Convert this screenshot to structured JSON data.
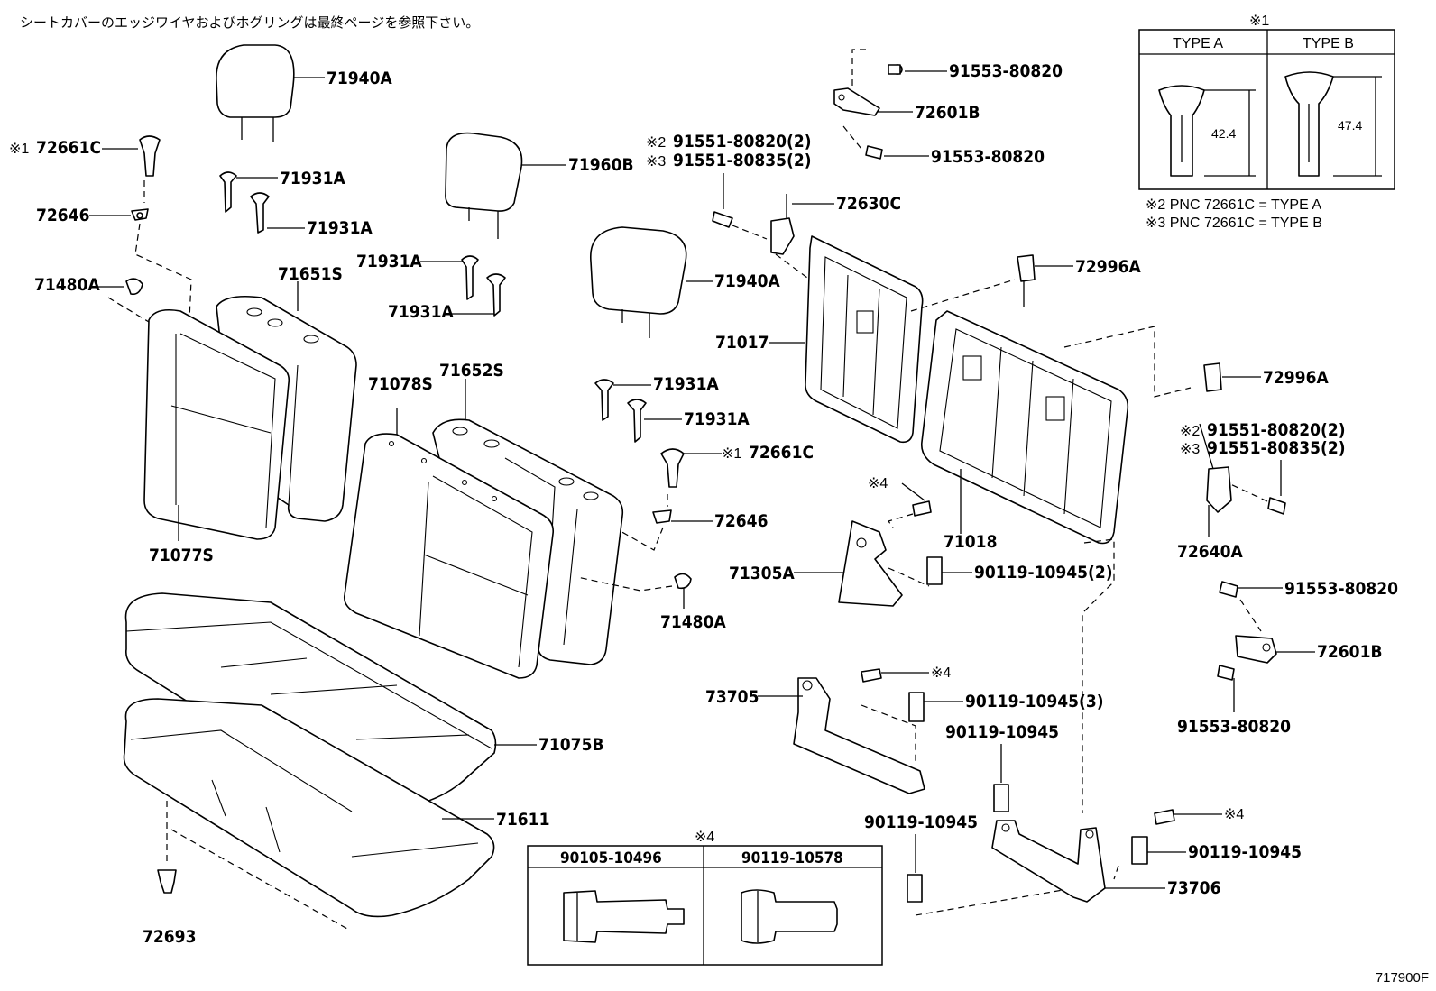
{
  "header_note": "シートカバーのエッジワイヤおよびホグリングは最終ページを参照下さい。",
  "diagram_code": "717900F",
  "part_labels": {
    "l71940A_top": "71940A",
    "l72661C_left": "72661C",
    "l72646_left": "72646",
    "l71931A_1": "71931A",
    "l71931A_2": "71931A",
    "l71931A_3": "71931A",
    "l71931A_4": "71931A",
    "l71931A_5": "71931A",
    "l71931A_6": "71931A",
    "l71480A_left": "71480A",
    "l71651S": "71651S",
    "l71960B": "71960B",
    "l71940A_mid": "71940A",
    "l71077S": "71077S",
    "l71078S": "71078S",
    "l71652S": "71652S",
    "l72661C_mid": "72661C",
    "l72646_mid": "72646",
    "l71480A_mid": "71480A",
    "l71075B": "71075B",
    "l71611": "71611",
    "l72693": "72693",
    "l91553_a": "91553-80820",
    "l72601B_top": "72601B",
    "l91553_b": "91553-80820",
    "l91551_80820_l": "91551-80820(2)",
    "l91551_80835_l": "91551-80835(2)",
    "l72630C": "72630C",
    "l72996A_top": "72996A",
    "l71017": "71017",
    "l72996A_right": "72996A",
    "l91551_80820_r": "91551-80820(2)",
    "l91551_80835_r": "91551-80835(2)",
    "l71018": "71018",
    "l72640A": "72640A",
    "l71305A": "71305A",
    "l90119_2": "90119-10945(2)",
    "l91553_c": "91553-80820",
    "l72601B_right": "72601B",
    "l91553_d": "91553-80820",
    "l73705": "73705",
    "l90119_3": "90119-10945(3)",
    "l90119_a": "90119-10945",
    "l90119_b": "90119-10945",
    "l90119_c": "90119-10945",
    "l73706": "73706"
  },
  "marks": {
    "m1": "※1",
    "m2": "※2",
    "m3": "※3",
    "m4": "※4"
  },
  "type_table": {
    "title": "※1",
    "col_a": "TYPE A",
    "col_b": "TYPE B",
    "dim_a": "42.4",
    "dim_b": "47.4",
    "note_1": "※2 PNC 72661C = TYPE A",
    "note_2": "※3 PNC 72661C = TYPE B"
  },
  "bolt_table": {
    "title": "※4",
    "col_a": "90105-10496",
    "col_b": "90119-10578"
  }
}
